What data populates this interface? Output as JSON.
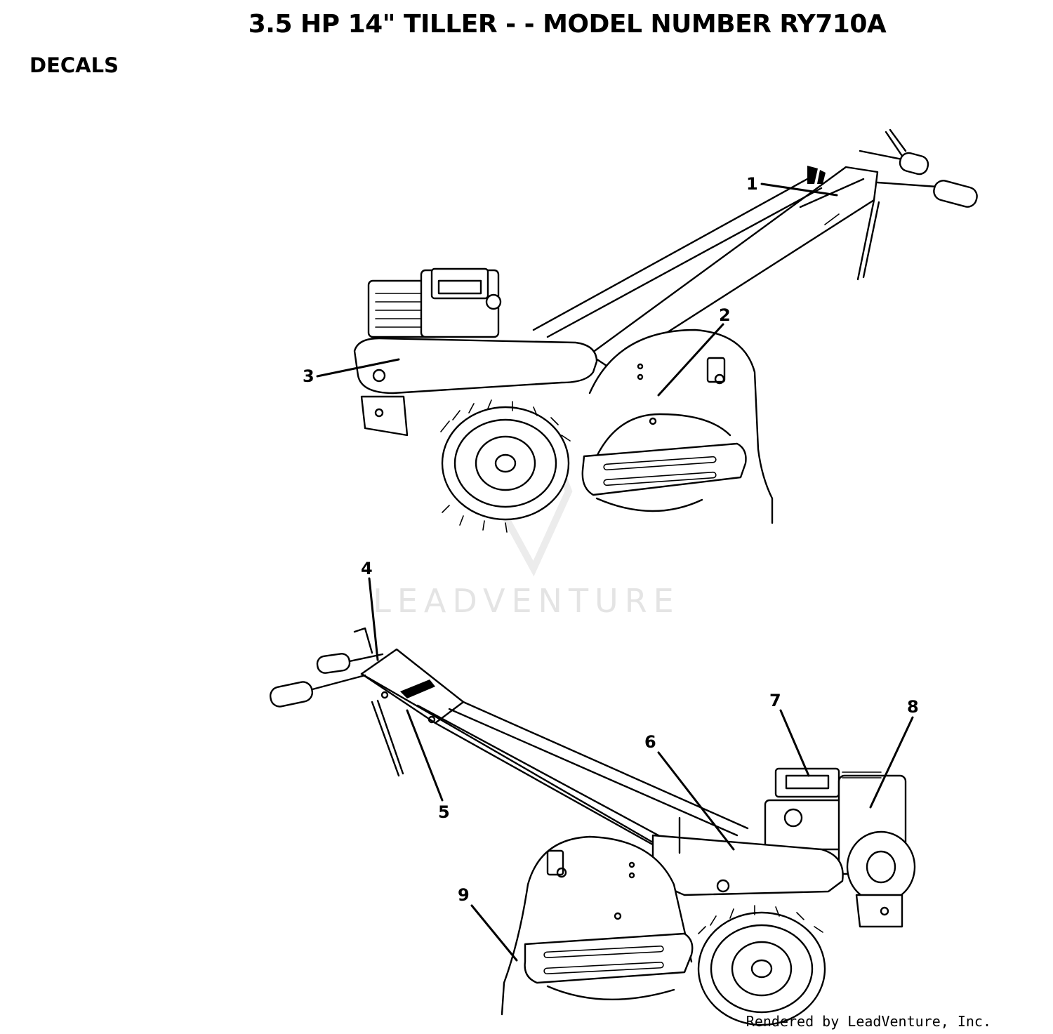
{
  "header": {
    "title": "3.5 HP  14\" TILLER - - MODEL NUMBER RY710A",
    "section": "DECALS"
  },
  "watermark": {
    "text": "LEADVENTURE"
  },
  "callouts": [
    "1",
    "2",
    "3",
    "4",
    "5",
    "6",
    "7",
    "8",
    "9"
  ],
  "footer": {
    "credit": "Rendered by LeadVenture, Inc."
  }
}
